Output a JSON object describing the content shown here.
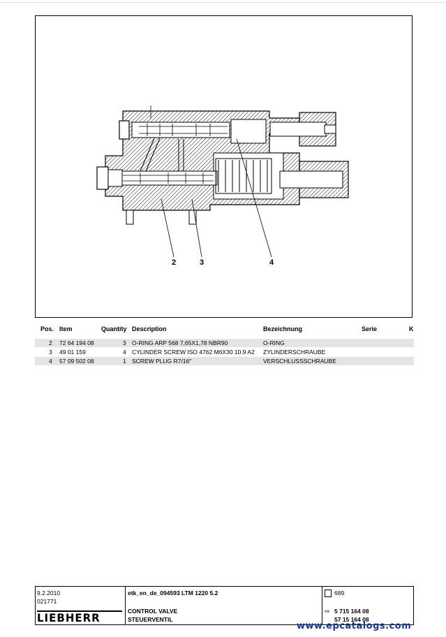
{
  "callouts": [
    "2",
    "3",
    "4"
  ],
  "table": {
    "headers": {
      "pos": "Pos.",
      "item": "Item",
      "quantity": "Quantity",
      "description": "Description",
      "bezeichnung": "Bezeichnung",
      "serie": "Serie",
      "k": "K"
    },
    "rows": [
      {
        "pos": "2",
        "item": "72 64 194 08",
        "qty": "3",
        "desc": "O-RING ARP 568 7,65X1,78 NBR90",
        "bez": "O-RING"
      },
      {
        "pos": "3",
        "item": "49 01 159",
        "qty": "4",
        "desc": "CYLINDER SCREW ISO 4762 M6X30 10.9 A2",
        "bez": "ZYLINDERSCHRAUBE"
      },
      {
        "pos": "4",
        "item": "57 09 502 08",
        "qty": "1",
        "desc": "SCREW PLUG R7/16\"",
        "bez": "VERSCHLUSSSCHRAUBE"
      }
    ]
  },
  "footer": {
    "date": "9.2.2010",
    "code": "021771",
    "logo": "LIEBHERR",
    "doc_ref": "etk_en_de_094593 LTM 1220 5.2",
    "title_en": "CONTROL VALVE",
    "title_de": "STEUERVENTIL",
    "page": "689",
    "part_no_1": "5 715 164 08",
    "part_no_2": "57 15 164 08",
    "arrow_glyph": "⇨"
  },
  "watermark": "www.epcatalogs.com",
  "colors": {
    "watermark": "#1a3a8a",
    "row_shade": "#e4e4e4"
  }
}
